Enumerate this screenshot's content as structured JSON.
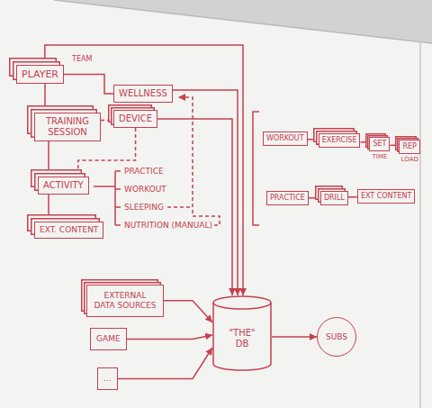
{
  "diagram": {
    "nodes": [
      {
        "text": [
          "PLAYER"
        ]
      },
      {
        "text": [
          "TRAINING SESSION"
        ]
      },
      {
        "text": [
          "ACTIVITY"
        ]
      },
      {
        "text": [
          "EXT. CONTENT"
        ]
      },
      {
        "text": [
          "WELLNESS"
        ]
      },
      {
        "text": [
          "DEVICE"
        ]
      },
      {
        "text": [
          "WORKOUT"
        ]
      },
      {
        "text": [
          "EXERCISE"
        ]
      },
      {
        "text": [
          "SET"
        ]
      },
      {
        "text": [
          "REP"
        ]
      },
      {
        "text": [
          "PRACTICE"
        ]
      },
      {
        "text": [
          "DRILL"
        ]
      },
      {
        "text": [
          "EXT CONTENT"
        ]
      },
      {
        "text": [
          "EXTERNAL DATA SOURCES"
        ]
      },
      {
        "text": [
          "GAME"
        ]
      },
      {
        "text": [
          "..."
        ]
      },
      {
        "text": [
          "\"THE\" DB"
        ]
      },
      {
        "text": [
          "SUBS"
        ]
      }
    ],
    "edges": [
      {
        "from": 0,
        "to": 1,
        "arrow": "none"
      },
      {
        "from": 1,
        "to": 2,
        "arrow": "none"
      },
      {
        "from": 2,
        "to": 3,
        "arrow": "none"
      },
      {
        "from": 0,
        "to": 4,
        "arrow": "none"
      },
      {
        "from": 1,
        "to": 5,
        "arrow": "none"
      },
      {
        "from": 5,
        "to": 2,
        "arrow": "none"
      },
      {
        "from": 0,
        "to": 16,
        "arrow": "to"
      },
      {
        "from": 4,
        "to": 16,
        "arrow": "to"
      },
      {
        "from": 5,
        "to": 16,
        "arrow": "to"
      },
      {
        "from": 6,
        "to": 7,
        "arrow": "none"
      },
      {
        "from": 7,
        "to": 8,
        "arrow": "none"
      },
      {
        "from": 8,
        "to": 9,
        "arrow": "none"
      },
      {
        "from": 10,
        "to": 11,
        "arrow": "none"
      },
      {
        "from": 11,
        "to": 12,
        "arrow": "none"
      },
      {
        "from": 13,
        "to": 16,
        "arrow": "to"
      },
      {
        "from": 14,
        "to": 16,
        "arrow": "to"
      },
      {
        "from": 15,
        "to": 16,
        "arrow": "to"
      },
      {
        "from": 16,
        "to": 17,
        "arrow": "to"
      }
    ],
    "labels": [
      "TEAM",
      "PRACTICE",
      "WORKOUT",
      "SLEEPING",
      "NUTRITION (MANUAL)",
      "TIME",
      "LOAD"
    ]
  }
}
